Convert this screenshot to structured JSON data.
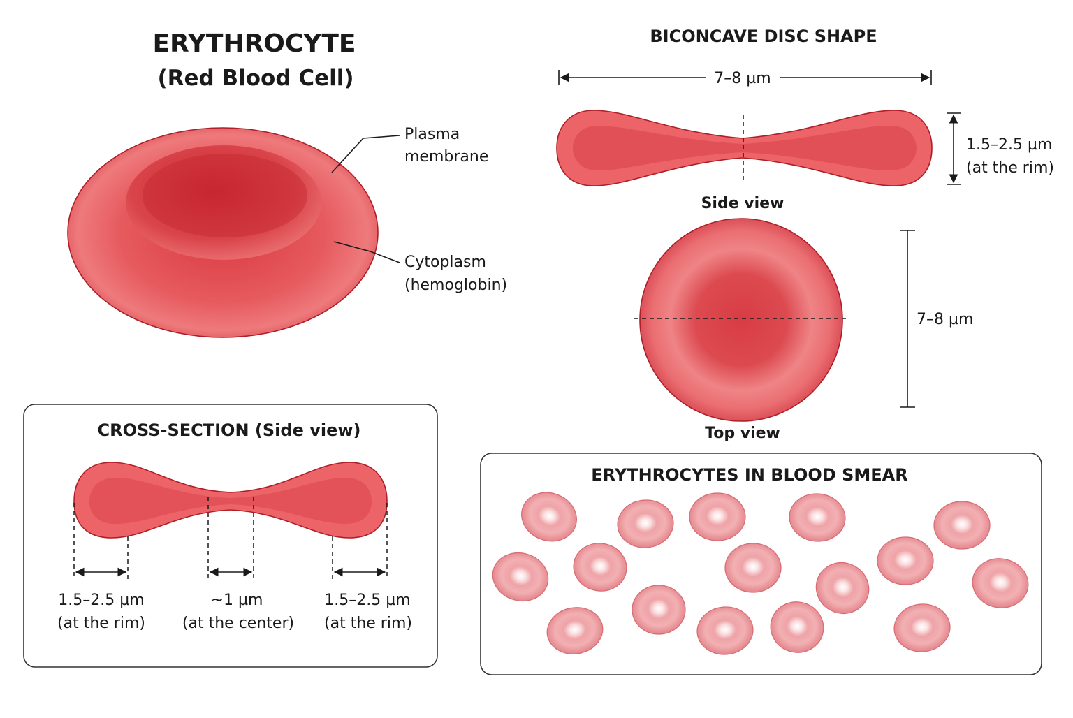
{
  "title": {
    "main": "ERYTHROCYTE",
    "sub": "(Red Blood Cell)"
  },
  "main_cell_labels": {
    "membrane_line1": "Plasma",
    "membrane_line2": "membrane",
    "cytoplasm_line1": "Cytoplasm",
    "cytoplasm_line2": "(hemoglobin)"
  },
  "biconcave": {
    "header": "BICONCAVE DISC SHAPE",
    "width_label": "7–8 µm",
    "rim_line1": "1.5–2.5 µm",
    "rim_line2": "(at the rim)",
    "side_view_label": "Side view",
    "top_view_label": "Top view",
    "diameter_label": "7–8 µm"
  },
  "cross_section": {
    "header": "CROSS-SECTION (Side view)",
    "left_line1": "1.5–2.5 µm",
    "left_line2": "(at the rim)",
    "center_line1": "~1 µm",
    "center_line2": "(at the center)",
    "right_line1": "1.5–2.5 µm",
    "right_line2": "(at the rim)"
  },
  "smear": {
    "header": "ERYTHROCYTES IN BLOOD SMEAR"
  },
  "colors": {
    "cell_fill": "#e85a5e",
    "cell_dark": "#c8303a",
    "cell_outline": "#b01e28",
    "smear_cell": "#f0a0a4",
    "smear_outline": "#d86a72"
  }
}
